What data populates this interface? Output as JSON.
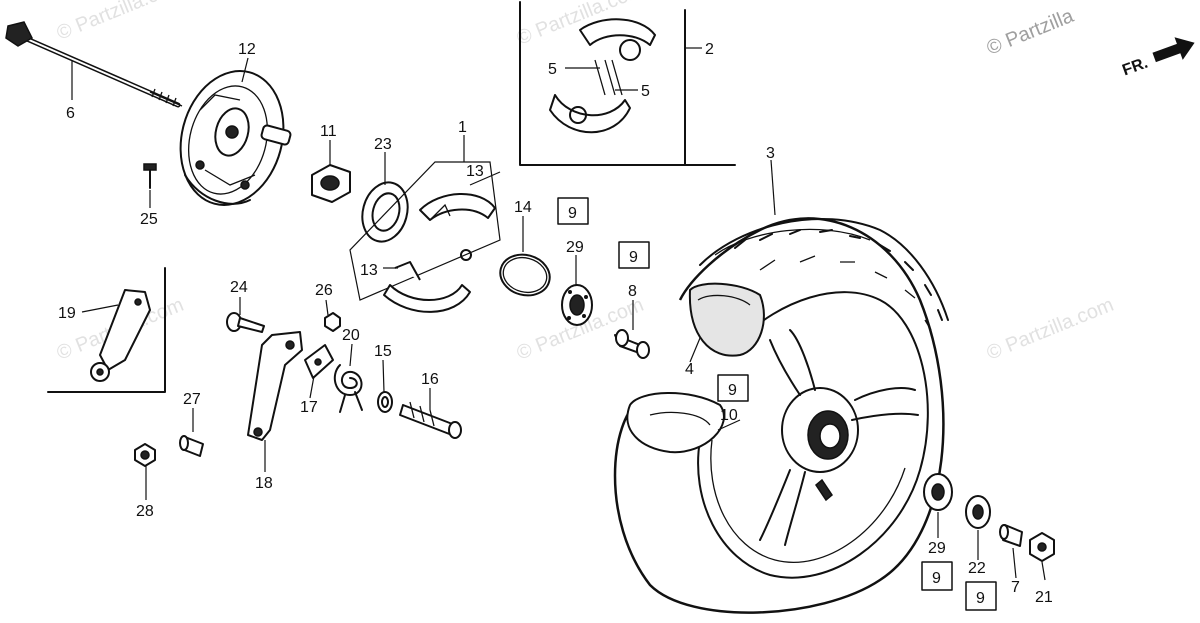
{
  "watermark": {
    "brand": "© Partzilla.com",
    "brand_clipped": "© Partzilla"
  },
  "direction": {
    "label": "FR."
  },
  "callouts": {
    "c1": "1",
    "c2": "2",
    "c3": "3",
    "c4": "4",
    "c5a": "5",
    "c5b": "5",
    "c6": "6",
    "c7": "7",
    "c8": "8",
    "c9a": "9",
    "c9b": "9",
    "c9c": "9",
    "c9d": "9",
    "c9e": "9",
    "c10": "10",
    "c11": "11",
    "c12": "12",
    "c13a": "13",
    "c13b": "13",
    "c14": "14",
    "c15": "15",
    "c16": "16",
    "c17": "17",
    "c18": "18",
    "c19": "19",
    "c20": "20",
    "c21": "21",
    "c22": "22",
    "c23": "23",
    "c24": "24",
    "c25": "25",
    "c26": "26",
    "c27": "27",
    "c28": "28",
    "c29a": "29",
    "c29b": "29"
  }
}
